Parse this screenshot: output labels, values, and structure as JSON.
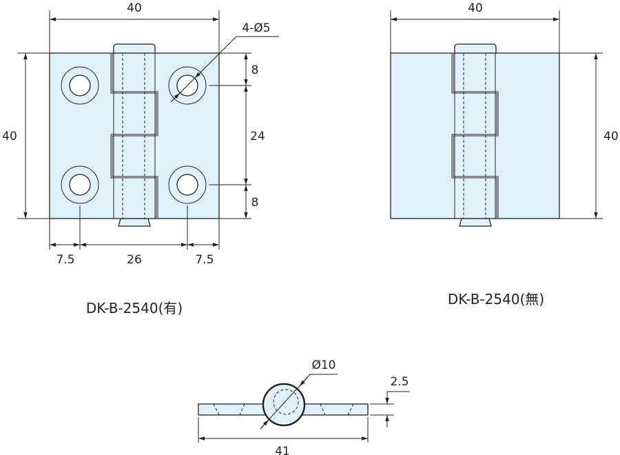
{
  "drawing": {
    "left_view": {
      "width_dim": "40",
      "height_dim": "40",
      "hole_callout": "4-Ø5",
      "right_dims": [
        "8",
        "24",
        "8"
      ],
      "bottom_dims": [
        "7.5",
        "26",
        "7.5"
      ],
      "caption": "DK-B-2540(有)"
    },
    "right_view": {
      "width_dim": "40",
      "height_dim": "40",
      "caption": "DK-B-2540(無)"
    },
    "side_view": {
      "pin_dim": "Ø10",
      "thickness_dim": "2.5",
      "length_dim": "41"
    },
    "colors": {
      "plate_fill": "#dff1fb",
      "line": "#222222"
    }
  }
}
